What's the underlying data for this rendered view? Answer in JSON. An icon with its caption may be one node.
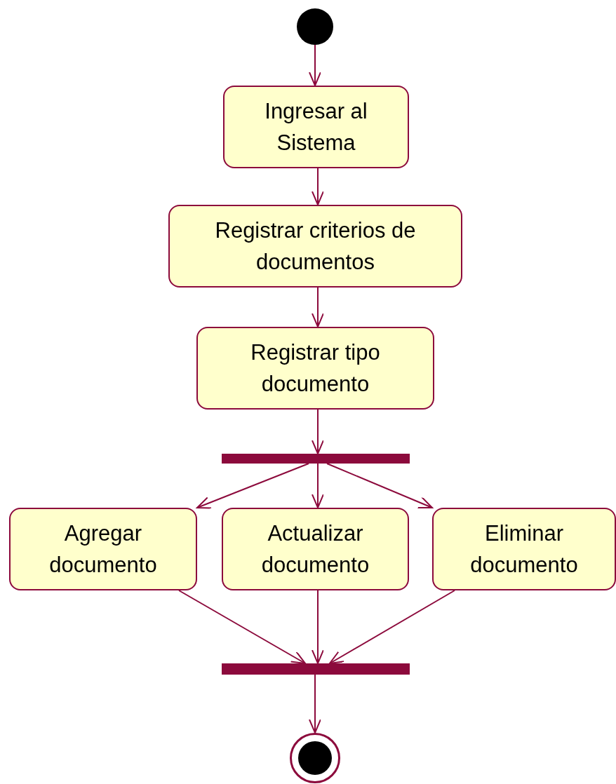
{
  "diagram": {
    "nodes": [
      {
        "text": [],
        "shape": "circle"
      },
      {
        "text": [
          "Ingresar al Sistema"
        ]
      },
      {
        "text": [
          "Registrar criterios de documentos"
        ]
      },
      {
        "text": [
          "Registrar tipo documento"
        ]
      },
      {
        "text": [],
        "shape": "bar"
      },
      {
        "text": [
          "Agregar documento"
        ]
      },
      {
        "text": [
          "Actualizar documento"
        ]
      },
      {
        "text": [
          "Eliminar documento"
        ]
      },
      {
        "text": [],
        "shape": "bar"
      },
      {
        "text": [],
        "shape": "bullseye"
      }
    ],
    "edges": [
      {
        "from": 0,
        "to": 1,
        "arrow": "to"
      },
      {
        "from": 1,
        "to": 2,
        "arrow": "to"
      },
      {
        "from": 2,
        "to": 3,
        "arrow": "to"
      },
      {
        "from": 3,
        "to": 4,
        "arrow": "to"
      },
      {
        "from": 4,
        "to": 5,
        "arrow": "to"
      },
      {
        "from": 4,
        "to": 6,
        "arrow": "to"
      },
      {
        "from": 4,
        "to": 7,
        "arrow": "to"
      },
      {
        "from": 5,
        "to": 8,
        "arrow": "to"
      },
      {
        "from": 6,
        "to": 8,
        "arrow": "to"
      },
      {
        "from": 7,
        "to": 8,
        "arrow": "to"
      },
      {
        "from": 8,
        "to": 9,
        "arrow": "to"
      }
    ]
  }
}
